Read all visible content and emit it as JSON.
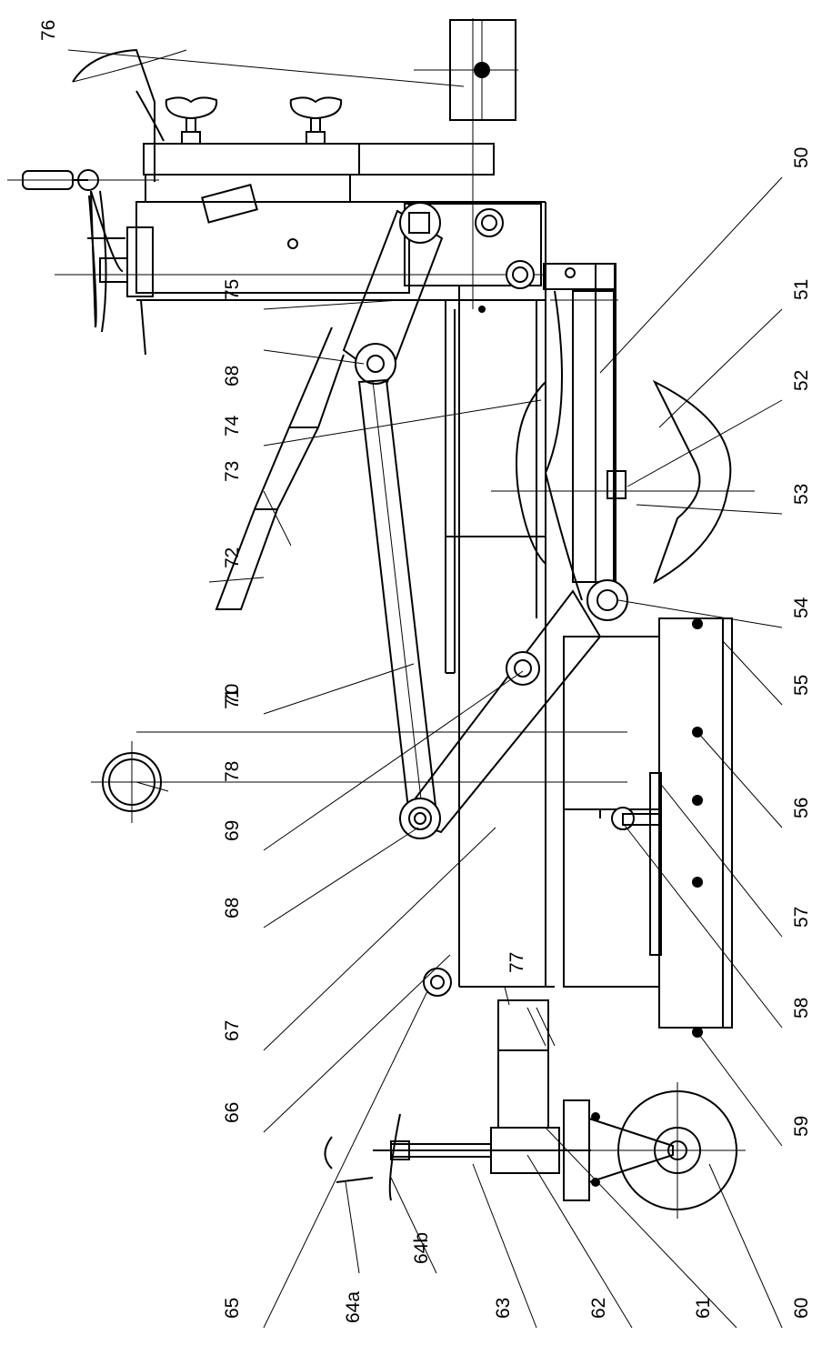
{
  "drawing": {
    "part_labels": [
      "50",
      "51",
      "52",
      "53",
      "54",
      "55",
      "56",
      "57",
      "58",
      "59",
      "60",
      "61",
      "62",
      "63",
      "64a",
      "64b",
      "65",
      "66",
      "67",
      "68",
      "68",
      "69",
      "70",
      "71",
      "72",
      "73",
      "74",
      "75",
      "76",
      "77",
      "78"
    ]
  }
}
